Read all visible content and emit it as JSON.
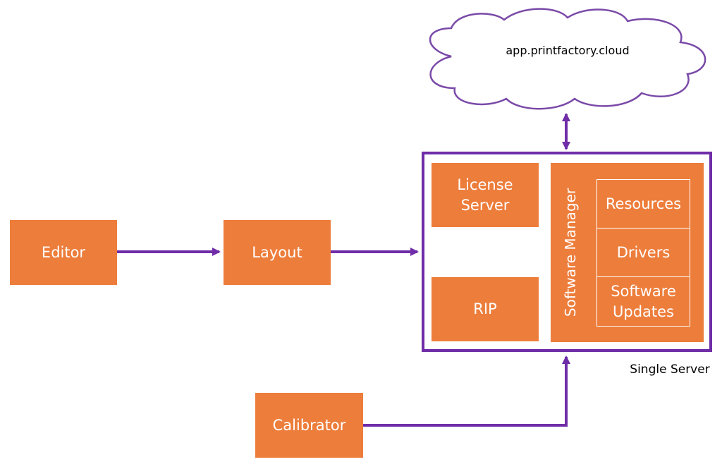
{
  "cloud": {
    "label": "app.printfactory.cloud"
  },
  "nodes": {
    "editor": "Editor",
    "layout": "Layout",
    "calibrator": "Calibrator",
    "license_server": [
      "License",
      "Server"
    ],
    "rip": "RIP",
    "software_manager": "Software Manager"
  },
  "software_manager_items": {
    "resources": "Resources",
    "drivers": "Drivers",
    "software_updates": [
      "Software",
      "Updates"
    ]
  },
  "server_caption": "Single Server",
  "colors": {
    "box_fill": "#ed7d3b",
    "connector": "#6f2da8",
    "text_on_box": "#ffffff"
  }
}
